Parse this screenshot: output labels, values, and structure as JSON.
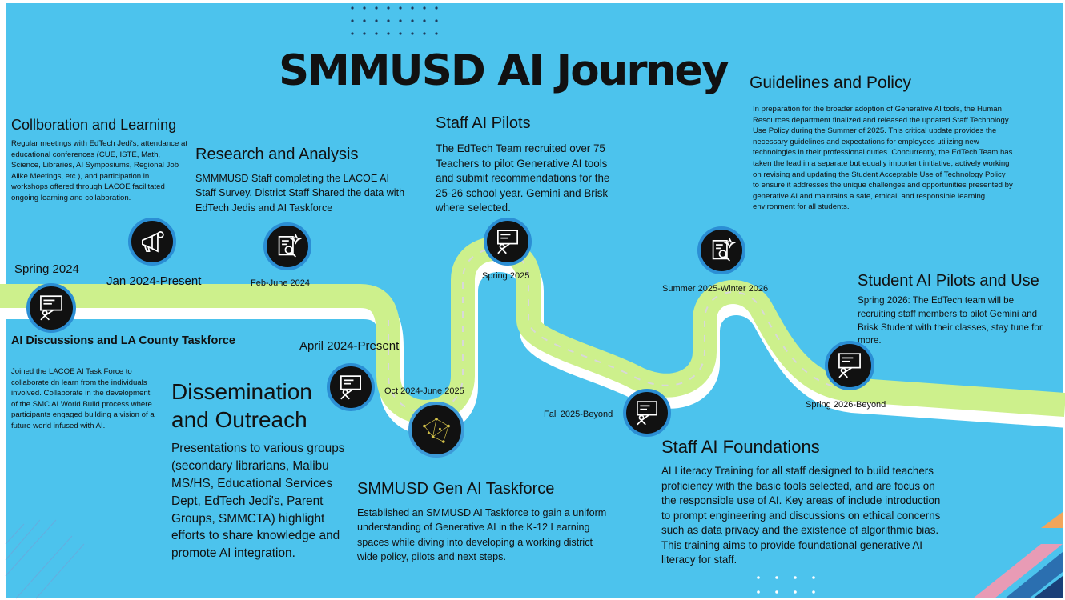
{
  "title": "SMMUSD AI Journey",
  "colors": {
    "background": "#4cc3ed",
    "road": "#cdf08c",
    "road_shadow": "#ffffff",
    "node_fill": "#111111",
    "node_ring": "#2b8ed4"
  },
  "milestones": {
    "ai_discussions": {
      "date": "Spring 2024",
      "heading": "AI Discussions and LA County Taskforce",
      "body": "Joined the LACOE AI Task Force to collaborate dn learn from the individuals involved.  Collaborate in the development of the SMC AI World Build process where participants engaged building a vision of a future world infused with AI.",
      "icon": "presentation-board-icon"
    },
    "collaboration": {
      "date": "Jan 2024-Present",
      "heading": "Collboration and Learning",
      "body": "Regular meetings with EdTech Jedi's, attendance at educational conferences (CUE, ISTE, Math, Science, Libraries, AI Symposiums, Regional Job Alike Meetings, etc.), and participation in workshops offered through LACOE facilitated ongoing learning and collaboration.",
      "icon": "megaphone-gear-icon"
    },
    "research": {
      "date": "Feb-June 2024",
      "heading": "Research and Analysis",
      "body": "SMMMUSD Staff completing the LACOE AI Staff Survey.  District Staff Shared the data with EdTech Jedis and AI Taskforce",
      "icon": "document-search-icon"
    },
    "dissemination": {
      "date": "April 2024-Present",
      "heading": "Dissemination and Outreach",
      "body": "Presentations to various groups (secondary librarians, Malibu MS/HS, Educational Services Dept, EdTech Jedi's, Parent Groups, SMMCTA) highlight efforts to share knowledge and promote AI integration.",
      "icon": "presentation-board-icon"
    },
    "taskforce": {
      "date": "Oct 2024-June 2025",
      "heading": "SMMUSD Gen AI Taskforce",
      "body": "Established an SMMUSD AI Taskforce to gain a uniform understanding of Generative AI in the K-12 Learning spaces while diving into developing a working district wide policy, pilots and next steps.",
      "icon": "neural-network-icon"
    },
    "staff_pilots": {
      "date": "Spring 2025",
      "heading": "Staff AI Pilots",
      "body": "The EdTech Team recruited over 75 Teachers to pilot Generative AI tools and submit recommendations for the 25-26 school year.  Gemini and Brisk where selected.",
      "icon": "presentation-board-icon"
    },
    "foundations": {
      "date": "Fall 2025-Beyond",
      "heading": "Staff AI Foundations",
      "body": "AI Literacy Training for all staff designed to build teachers proficiency with the basic tools selected, and are focus on the responsible use of AI. Key areas of include introduction to prompt engineering and discussions on ethical concerns such as data privacy and the existence of algorithmic bias. This training aims to provide foundational generative AI literacy for staff.",
      "icon": "presentation-board-icon"
    },
    "guidelines": {
      "date": "Summer 2025-Winter 2026",
      "heading": "Guidelines and Policy",
      "body": "In preparation for the broader adoption of Generative AI tools, the Human Resources department finalized and released the updated Staff Technology Use Policy during the Summer of 2025. This critical update provides the necessary guidelines and expectations for employees utilizing new technologies in their professional duties. Concurrently, the EdTech Team has taken the lead in a separate but equally important initiative, actively working on revising and updating the Student Acceptable Use of Technology Policy to ensure it addresses the unique challenges and opportunities presented by generative AI and maintains a safe, ethical, and responsible learning environment for all students.",
      "icon": "document-search-icon"
    },
    "student_pilots": {
      "date": "Spring 2026-Beyond",
      "heading": "Student AI Pilots and Use",
      "body": "Spring 2026: The EdTech team will be recruiting staff members to pilot Gemini and Brisk Student with their classes, stay tune for more.",
      "icon": "presentation-board-icon"
    }
  }
}
